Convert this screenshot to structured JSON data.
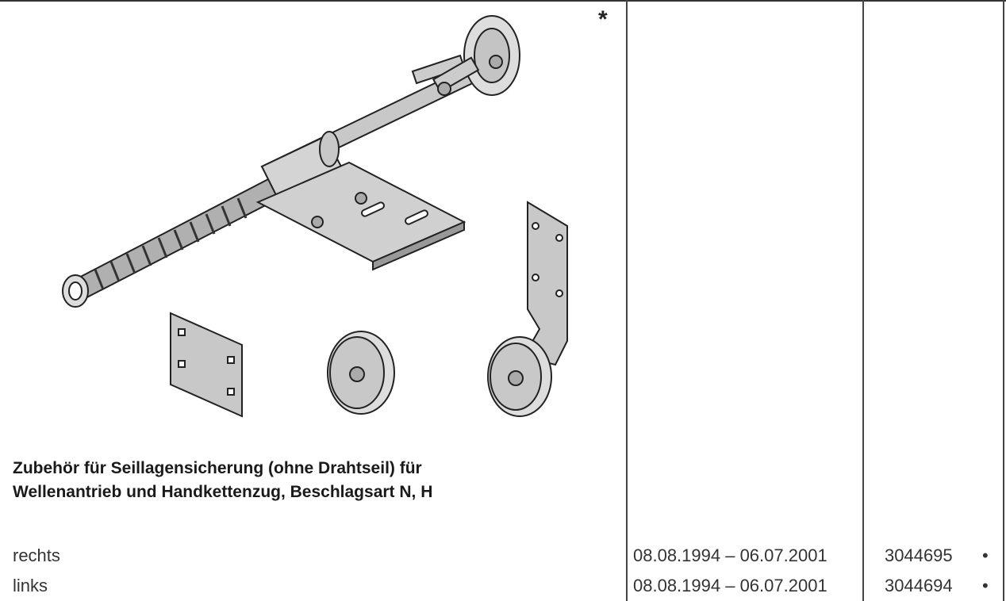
{
  "marker": "*",
  "title_line1": "Zubehör für Seillagensicherung (ohne Drahtseil) für",
  "title_line2": "Wellenantrieb und Handkettenzug, Beschlagsart N, H",
  "rows": [
    {
      "label": "rechts",
      "period": "08.08.1994 – 06.07.2001",
      "part_no": "3044695",
      "bullet": "•"
    },
    {
      "label": "links",
      "period": "08.08.1994 – 06.07.2001",
      "part_no": "3044694",
      "bullet": "•"
    }
  ]
}
